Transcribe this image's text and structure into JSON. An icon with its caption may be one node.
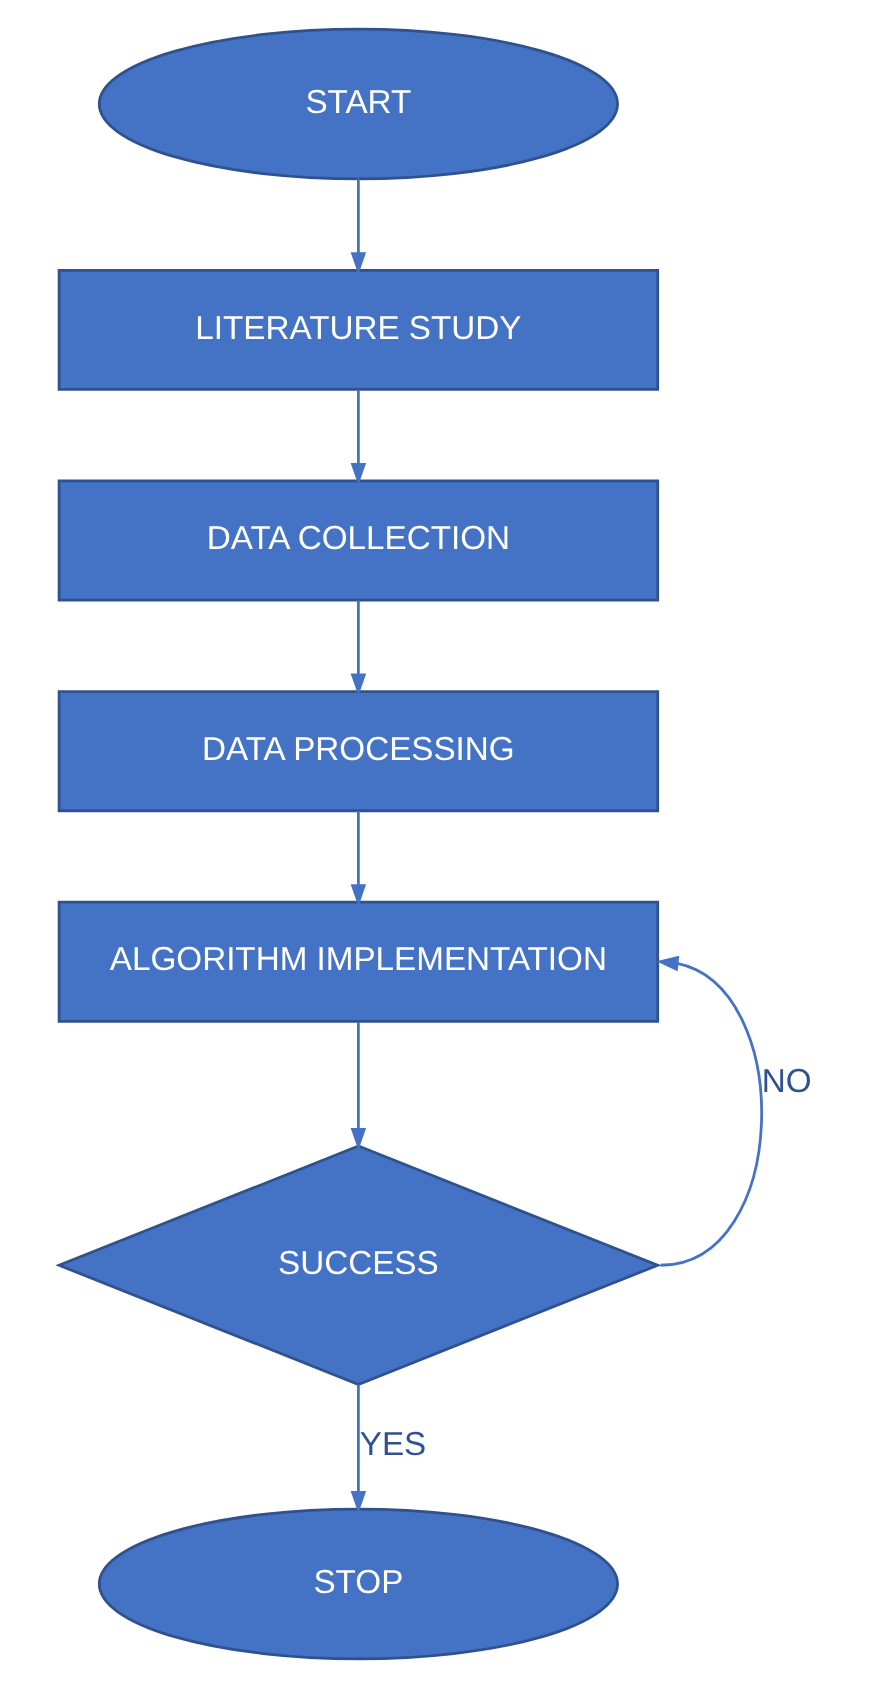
{
  "diagram": {
    "nodes": [
      {
        "text": [
          "START"
        ]
      },
      {
        "text": [
          "LITERATURE STUDY"
        ]
      },
      {
        "text": [
          "DATA COLLECTION"
        ]
      },
      {
        "text": [
          "DATA PROCESSING"
        ]
      },
      {
        "text": [
          "ALGORITHM IMPLEMENTATION"
        ]
      },
      {
        "text": [
          "SUCCESS"
        ]
      },
      {
        "text": [
          "STOP"
        ]
      }
    ],
    "edges": [
      {
        "from": 0,
        "to": 1,
        "arrow": "to"
      },
      {
        "from": 1,
        "to": 2,
        "arrow": "to"
      },
      {
        "from": 2,
        "to": 3,
        "arrow": "to"
      },
      {
        "from": 3,
        "to": 4,
        "arrow": "to"
      },
      {
        "from": 4,
        "to": 5,
        "arrow": "to"
      },
      {
        "from": 5,
        "to": 6,
        "arrow": "to",
        "label": "YES"
      },
      {
        "from": 5,
        "to": 4,
        "arrow": "to",
        "label": "NO"
      }
    ]
  }
}
